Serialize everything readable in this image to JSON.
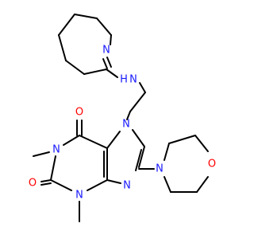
{
  "molecule": {
    "atoms": {
      "azepine_n": "N",
      "amine_n": "N",
      "amine_h": "H",
      "n7": "N",
      "n9": "N",
      "n3": "N",
      "n1": "N",
      "morpholine_n": "N",
      "morpholine_o": "O",
      "carbonyl_o6": "O",
      "carbonyl_o2": "O"
    }
  }
}
